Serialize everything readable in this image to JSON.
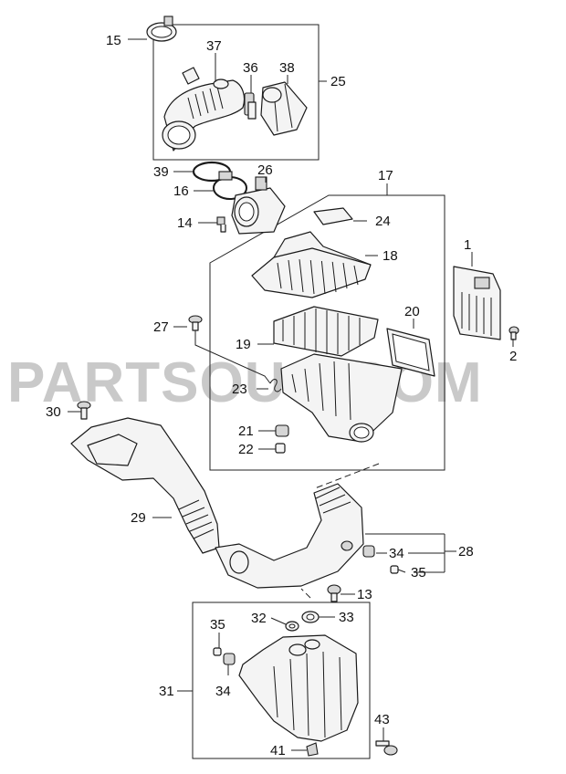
{
  "watermark": "PARTSOUQ.COM",
  "callouts": [
    {
      "id": "1",
      "text": "1"
    },
    {
      "id": "2",
      "text": "2"
    },
    {
      "id": "13",
      "text": "13"
    },
    {
      "id": "14",
      "text": "14"
    },
    {
      "id": "15",
      "text": "15"
    },
    {
      "id": "16",
      "text": "16"
    },
    {
      "id": "17",
      "text": "17"
    },
    {
      "id": "18",
      "text": "18"
    },
    {
      "id": "19",
      "text": "19"
    },
    {
      "id": "20",
      "text": "20"
    },
    {
      "id": "21",
      "text": "21"
    },
    {
      "id": "22",
      "text": "22"
    },
    {
      "id": "23",
      "text": "23"
    },
    {
      "id": "24",
      "text": "24"
    },
    {
      "id": "25",
      "text": "25"
    },
    {
      "id": "26",
      "text": "26"
    },
    {
      "id": "27",
      "text": "27"
    },
    {
      "id": "28",
      "text": "28"
    },
    {
      "id": "29",
      "text": "29"
    },
    {
      "id": "30",
      "text": "30"
    },
    {
      "id": "31",
      "text": "31"
    },
    {
      "id": "32",
      "text": "32"
    },
    {
      "id": "33",
      "text": "33"
    },
    {
      "id": "34a",
      "text": "34"
    },
    {
      "id": "34b",
      "text": "34"
    },
    {
      "id": "35a",
      "text": "35"
    },
    {
      "id": "35b",
      "text": "35"
    },
    {
      "id": "36",
      "text": "36"
    },
    {
      "id": "37",
      "text": "37"
    },
    {
      "id": "38",
      "text": "38"
    },
    {
      "id": "39",
      "text": "39"
    },
    {
      "id": "41",
      "text": "41"
    },
    {
      "id": "43",
      "text": "43"
    }
  ]
}
